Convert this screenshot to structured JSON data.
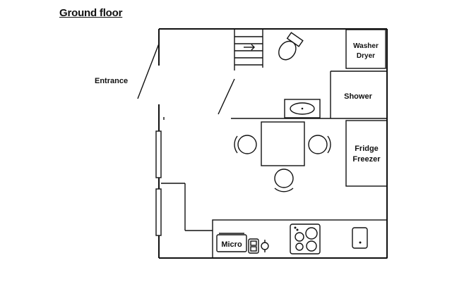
{
  "title": "Ground floor",
  "labels": {
    "entrance": "Entrance",
    "washer_line1": "Washer",
    "washer_line2": "Dryer",
    "shower": "Shower",
    "fridge_line1": "Fridge",
    "fridge_line2": "Freezer",
    "micro": "Micro"
  }
}
